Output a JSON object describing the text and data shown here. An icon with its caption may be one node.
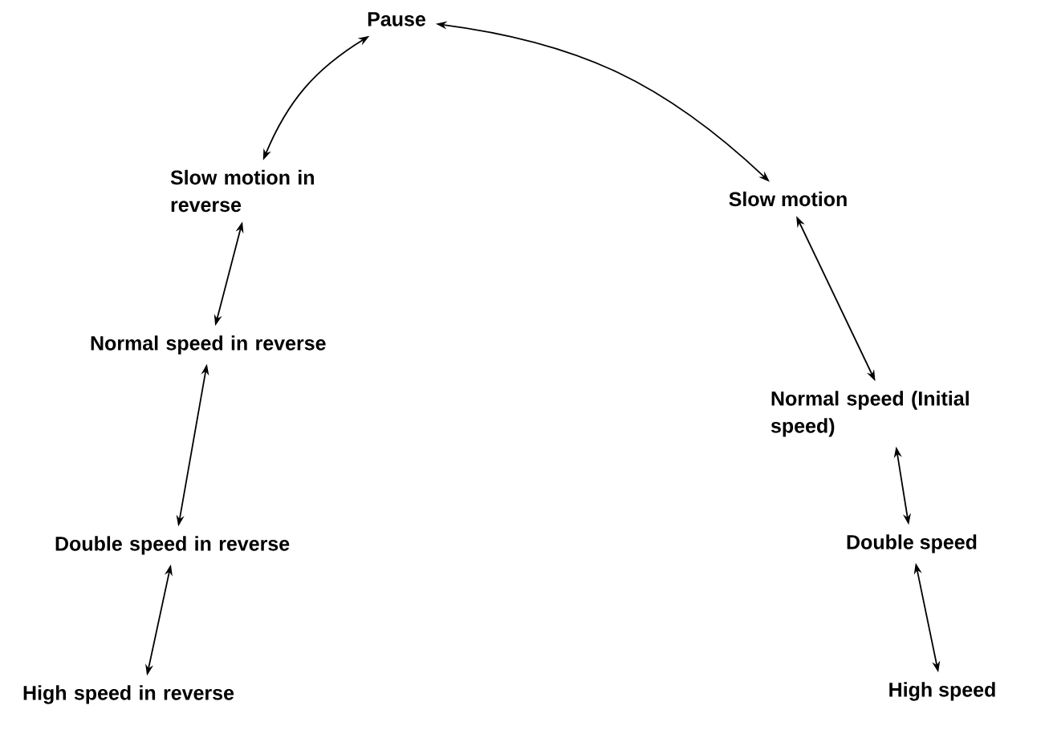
{
  "diagram": {
    "nodes": [
      {
        "text": [
          "Pause"
        ]
      },
      {
        "text": [
          "Slow motion in reverse"
        ]
      },
      {
        "text": [
          "Slow motion"
        ]
      },
      {
        "text": [
          "Normal speed in reverse"
        ]
      },
      {
        "text": [
          "Normal speed (Initial speed)"
        ]
      },
      {
        "text": [
          "Double speed in reverse"
        ]
      },
      {
        "text": [
          "Double speed"
        ]
      },
      {
        "text": [
          "High speed in reverse"
        ]
      },
      {
        "text": [
          "High speed"
        ]
      }
    ],
    "edges": [
      {
        "from": 0,
        "to": 1,
        "arrow": "both"
      },
      {
        "from": 0,
        "to": 2,
        "arrow": "both"
      },
      {
        "from": 1,
        "to": 3,
        "arrow": "both"
      },
      {
        "from": 3,
        "to": 5,
        "arrow": "both"
      },
      {
        "from": 5,
        "to": 7,
        "arrow": "both"
      },
      {
        "from": 2,
        "to": 4,
        "arrow": "both"
      },
      {
        "from": 4,
        "to": 6,
        "arrow": "both"
      },
      {
        "from": 6,
        "to": 8,
        "arrow": "both"
      }
    ]
  }
}
